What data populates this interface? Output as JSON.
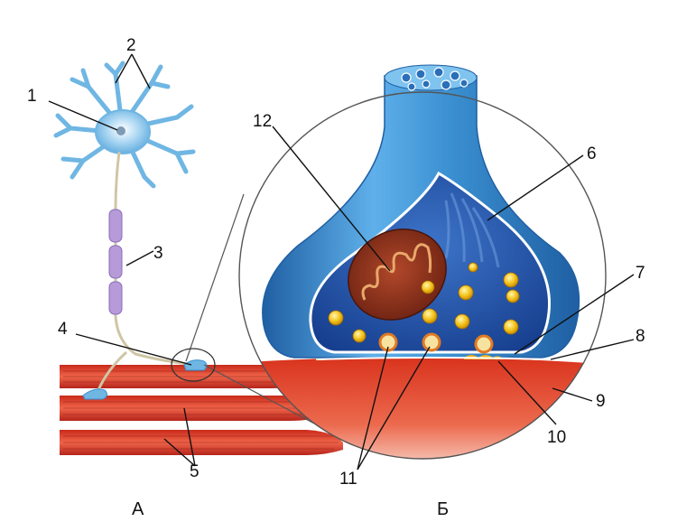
{
  "labels": {
    "l1": "1",
    "l2": "2",
    "l3": "3",
    "l4": "4",
    "l5": "5",
    "l6": "6",
    "l7": "7",
    "l8": "8",
    "l9": "9",
    "l10": "10",
    "l11": "11",
    "l12": "12"
  },
  "captions": {
    "a": "А",
    "b": "Б"
  },
  "colors": {
    "neuron_blue": "#6fb6e3",
    "terminal_blue": "#3a8fd0",
    "terminal_dark": "#1f5fa3",
    "muscle_red": "#e24a2b",
    "muscle_dark": "#a8231a",
    "myelin_purple": "#b79ad8",
    "mitochondrion": "#8a2f1c",
    "vesicle_yellow": "#f3c21a"
  }
}
